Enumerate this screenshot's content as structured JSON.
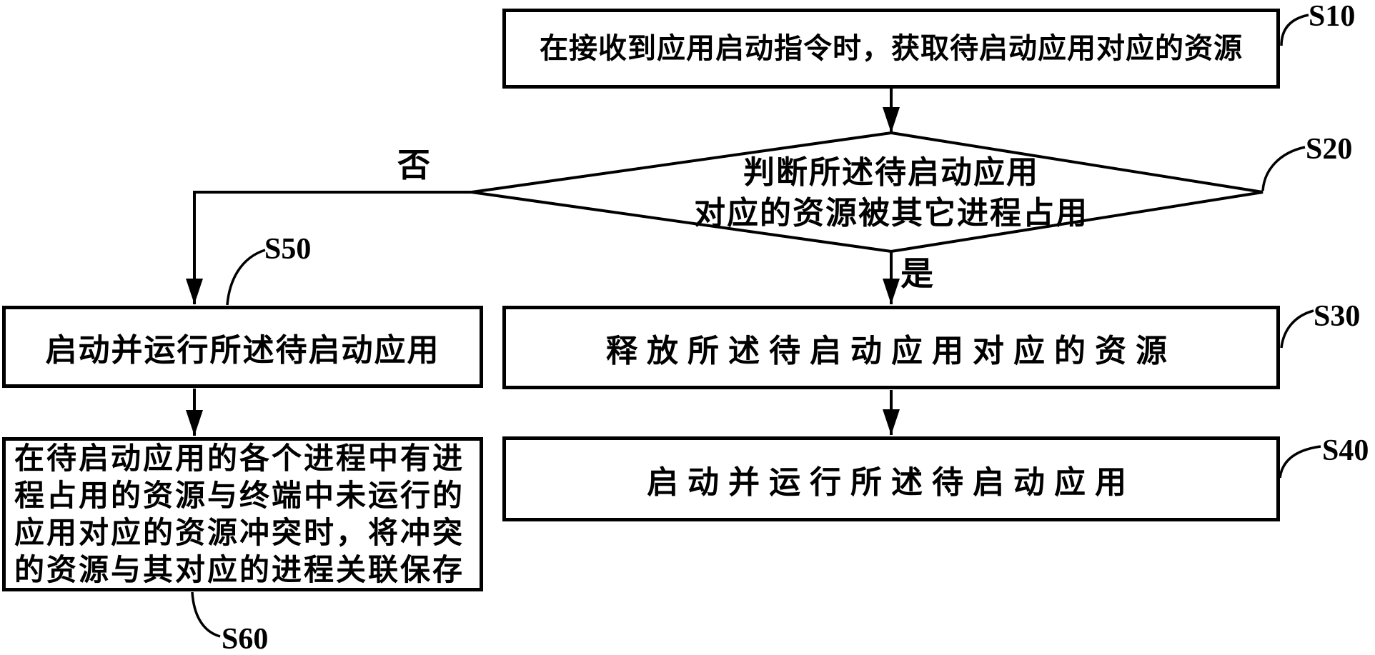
{
  "figure": {
    "background_color": "#ffffff",
    "line_color": "#000000",
    "steps": {
      "s10": {
        "label": "S10",
        "text": "在接收到应用启动指令时，获取待启动应用对应的资源"
      },
      "s20": {
        "label": "S20",
        "line1": "判断所述待启动应用",
        "line2": "对应的资源被其它进程占用"
      },
      "s30": {
        "label": "S30",
        "text": "释放所述待启动应用对应的资源"
      },
      "s40": {
        "label": "S40",
        "text": "启动并运行所述待启动应用"
      },
      "s50": {
        "label": "S50",
        "text": "启动并运行所述待启动应用"
      },
      "s60": {
        "label": "S60",
        "text": "在待启动应用的各个进程中有进程占用的资源与终端中未运行的应用对应的资源冲突时，将冲突的资源与其对应的进程关联保存"
      }
    },
    "branches": {
      "no": "否",
      "yes": "是"
    }
  }
}
